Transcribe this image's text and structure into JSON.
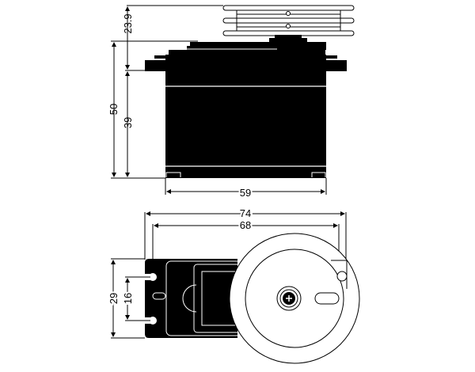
{
  "title": "Servo dimension drawing",
  "side_view": {
    "dims": {
      "overall_height": "50",
      "body_height": "39",
      "horn_height": "23.9",
      "width": "59"
    }
  },
  "bottom_view": {
    "dims": {
      "overall_length": "74",
      "hole_spacing": "68",
      "width": "29",
      "hole_pitch": "16"
    }
  },
  "colors": {
    "ink": "#000000",
    "paper": "#ffffff"
  }
}
